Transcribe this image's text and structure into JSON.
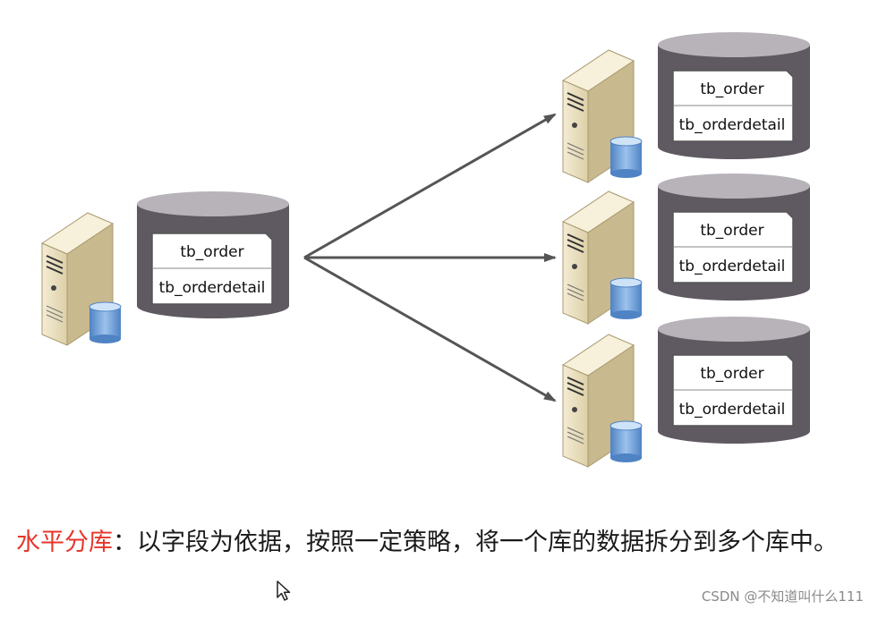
{
  "source_db": {
    "tables": [
      "tb_order",
      "tb_orderdetail"
    ]
  },
  "target_dbs": [
    {
      "tables": [
        "tb_order",
        "tb_orderdetail"
      ]
    },
    {
      "tables": [
        "tb_order",
        "tb_orderdetail"
      ]
    },
    {
      "tables": [
        "tb_order",
        "tb_orderdetail"
      ]
    }
  ],
  "caption": {
    "term": "水平分库",
    "separator": "：",
    "body": "以字段为依据，按照一定策略，将一个库的数据拆分到多个库中。"
  },
  "watermark": "CSDN @不知道叫什么111",
  "colors": {
    "cylinder_side": "#5f5962",
    "cylinder_top": "#b7b3b9",
    "server_body": "#ece2c4",
    "server_side": "#c9b98e",
    "mini_db": "#6f9ed6",
    "arrow": "#555555",
    "term": "#e8352a"
  },
  "icons": [
    "server-icon",
    "database-cylinder-icon",
    "mini-database-icon",
    "arrow-icon",
    "mouse-cursor-icon"
  ]
}
